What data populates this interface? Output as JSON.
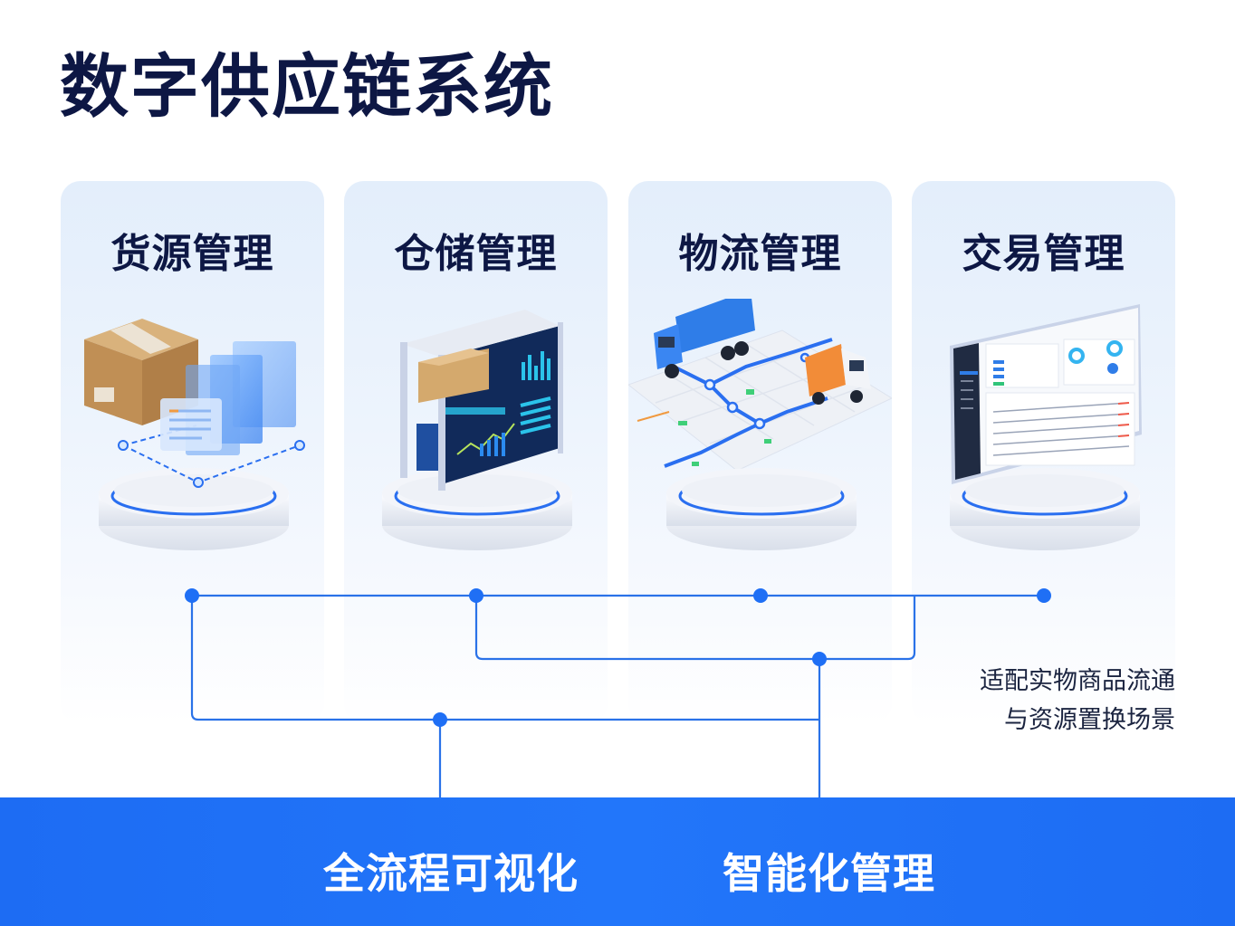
{
  "title": "数字供应链系统",
  "modules": [
    {
      "label": "货源管理",
      "icon": "cargo-box-data-panels-icon"
    },
    {
      "label": "仓储管理",
      "icon": "warehouse-shelf-dashboard-icon"
    },
    {
      "label": "物流管理",
      "icon": "trucks-route-map-icon"
    },
    {
      "label": "交易管理",
      "icon": "trade-dashboard-screen-icon"
    }
  ],
  "side_note": {
    "line1": "适配实物商品流通",
    "line2": "与资源置换场景"
  },
  "bottom_bar": {
    "left_label": "全流程可视化",
    "right_label": "智能化管理"
  },
  "colors": {
    "accent": "#1f6ff5",
    "title": "#0d1744",
    "connector": "#2a72e8"
  }
}
